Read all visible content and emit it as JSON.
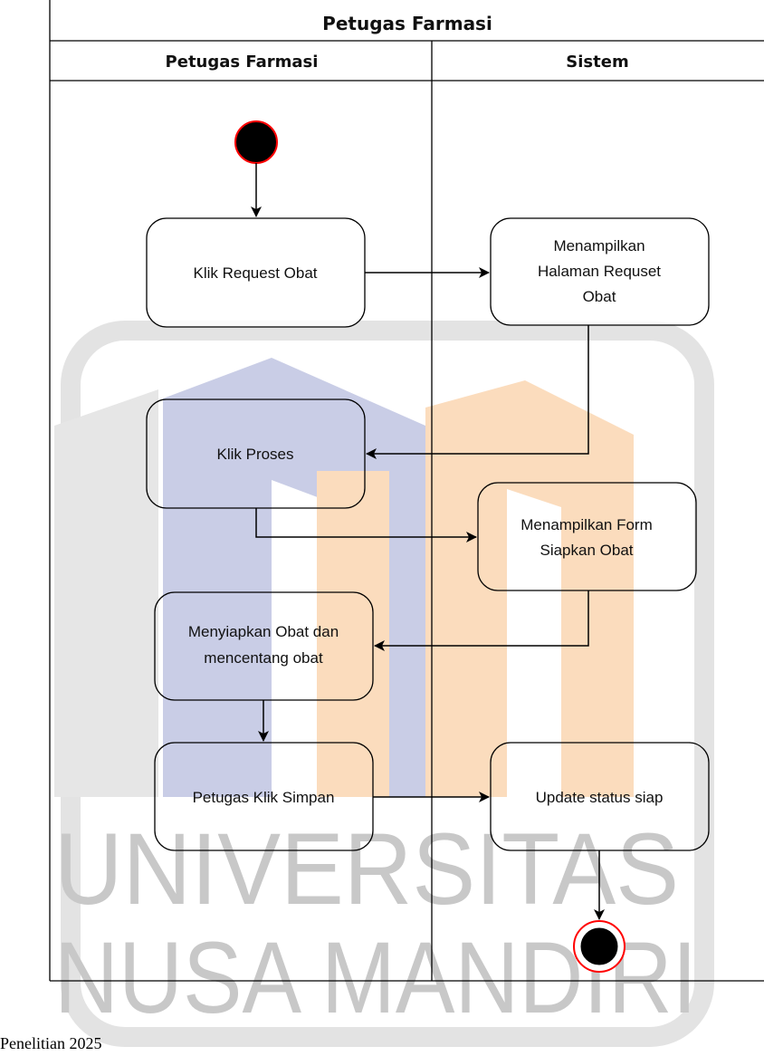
{
  "pool": {
    "title": "Petugas Farmasi",
    "lanes": [
      {
        "label": "Petugas Farmasi"
      },
      {
        "label": "Sistem"
      }
    ]
  },
  "nodes": {
    "start": {
      "kind": "initial"
    },
    "klik_request_obat": {
      "lines": [
        "Klik Request Obat"
      ]
    },
    "menampilkan_halaman": {
      "lines": [
        "Menampilkan",
        "Halaman Requset",
        "Obat"
      ]
    },
    "klik_proses": {
      "lines": [
        "Klik Proses"
      ]
    },
    "menampilkan_form": {
      "lines": [
        "Menampilkan Form",
        "Siapkan Obat"
      ]
    },
    "menyiapkan_obat": {
      "lines": [
        "Menyiapkan Obat dan",
        "mencentang obat"
      ]
    },
    "petugas_klik_simpan": {
      "lines": [
        "Petugas Klik Simpan"
      ]
    },
    "update_status": {
      "lines": [
        "Update status siap"
      ]
    },
    "end": {
      "kind": "final"
    }
  },
  "edges": [
    {
      "from": "start",
      "to": "klik_request_obat"
    },
    {
      "from": "klik_request_obat",
      "to": "menampilkan_halaman"
    },
    {
      "from": "menampilkan_halaman",
      "to": "klik_proses"
    },
    {
      "from": "klik_proses",
      "to": "menampilkan_form"
    },
    {
      "from": "menampilkan_form",
      "to": "menyiapkan_obat"
    },
    {
      "from": "menyiapkan_obat",
      "to": "petugas_klik_simpan"
    },
    {
      "from": "petugas_klik_simpan",
      "to": "update_status"
    },
    {
      "from": "update_status",
      "to": "end"
    }
  ],
  "watermark": {
    "line1": "UNIVERSITAS",
    "line2": "NUSA MANDIRI",
    "colors": {
      "blue": "#c9cde6",
      "orange": "#fbdcbd",
      "gray": "#e6e6e6",
      "text": "#c8c8c8"
    }
  },
  "caption": "Penelitian 2025",
  "colors": {
    "start_fill": "#000000",
    "start_stroke": "#ff0000",
    "stroke": "#000000"
  }
}
